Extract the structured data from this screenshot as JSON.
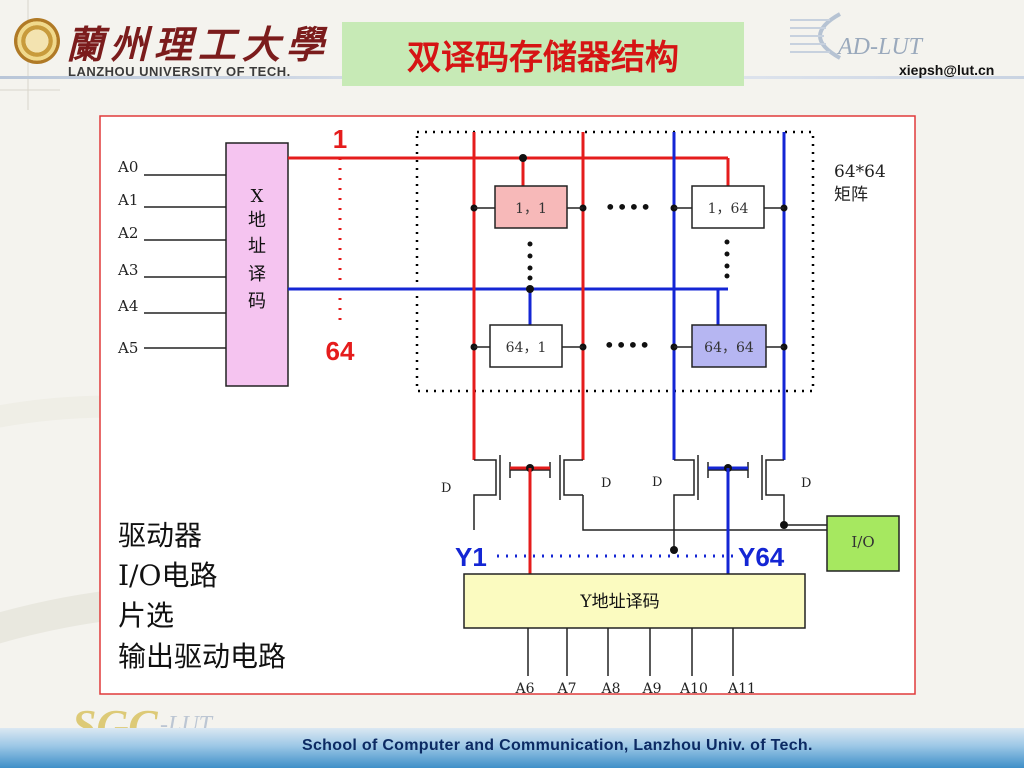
{
  "header": {
    "university_cn": "蘭州理工大學",
    "university_en": "LANZHOU UNIVERSITY OF TECH.",
    "title": "双译码存储器结构",
    "logo_text": "AD-LUT",
    "email": "xiepsh@lut.cn"
  },
  "diagram": {
    "address_inputs_x": [
      "A0",
      "A1",
      "A2",
      "A3",
      "A4",
      "A5"
    ],
    "x_decoder_label": [
      "X",
      "地",
      "址",
      "译",
      "码"
    ],
    "row_first": "1",
    "row_last": "64",
    "matrix_label": [
      "64*64",
      "矩阵"
    ],
    "cells": {
      "top_left": "1，1",
      "top_right": "1，64",
      "bottom_left": "64，1",
      "bottom_right": "64，64"
    },
    "ellipsis": "••••",
    "transistor_labels": [
      "D",
      "D",
      "D",
      "D"
    ],
    "col_first": "Y1",
    "col_last": "Y64",
    "io_label": "I/O",
    "y_decoder_label": "Y地址译码",
    "address_inputs_y": [
      "A6",
      "A7",
      "A8",
      "A9",
      "A10",
      "A11"
    ],
    "notes": [
      "驱动器",
      "I/O电路",
      "片选",
      "输出驱动电路"
    ]
  },
  "footer": {
    "logo_text": "SGC",
    "logo_suffix": "-LUT",
    "text": "School of Computer and Communication, Lanzhou Univ. of Tech."
  },
  "colors": {
    "red": "#e51c1c",
    "blue": "#1426d4",
    "x_decoder_fill": "#f5c4f0",
    "y_decoder_fill": "#fbfbc0",
    "io_fill": "#a6e860",
    "cell_11_fill": "#f7b9b9",
    "cell_6464_fill": "#b6b6f2"
  }
}
